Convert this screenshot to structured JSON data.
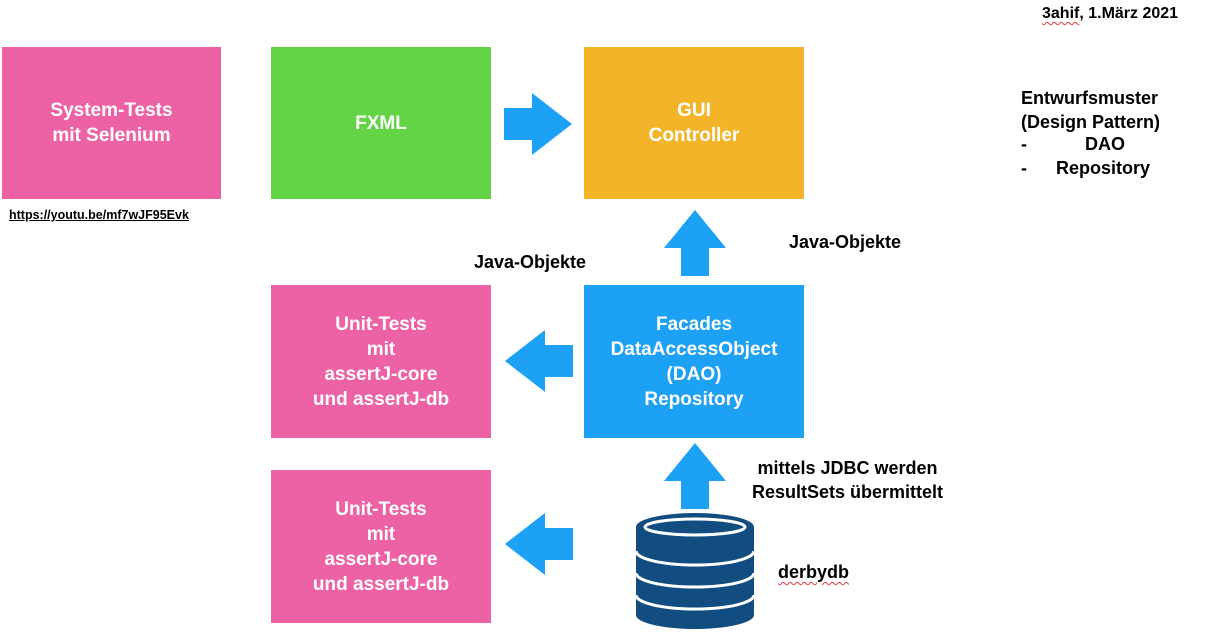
{
  "header": {
    "date_prefix": "3ahif",
    "date_rest": ", 1.März 2021"
  },
  "boxes": {
    "system_tests": [
      "System-Tests",
      "mit Selenium"
    ],
    "fxml": [
      "FXML"
    ],
    "gui_controller": [
      "GUI",
      "Controller"
    ],
    "unit_tests_1": [
      "Unit-Tests",
      "mit",
      "assertJ-core",
      "und assertJ-db"
    ],
    "facades": [
      "Facades",
      "DataAccessObject",
      "(DAO)",
      "Repository"
    ],
    "unit_tests_2": [
      "Unit-Tests",
      "mit",
      "assertJ-core",
      "und assertJ-db"
    ]
  },
  "link": {
    "youtube": "https://youtu.be/mf7wJF95Evk"
  },
  "labels": {
    "java_objects_left": "Java-Objekte",
    "java_objects_right": "Java-Objekte",
    "jdbc": [
      "mittels JDBC werden",
      "ResultSets übermittelt"
    ],
    "database": "derbydb"
  },
  "patterns": {
    "title": [
      "Entwurfsmuster",
      "(Design Pattern)"
    ],
    "bullet": "-",
    "items": [
      "DAO",
      "Repository"
    ]
  },
  "colors": {
    "pink": "#ec62a4",
    "green": "#63d445",
    "orange": "#f4b42a",
    "blue": "#1da1f5",
    "database": "#114d80"
  }
}
